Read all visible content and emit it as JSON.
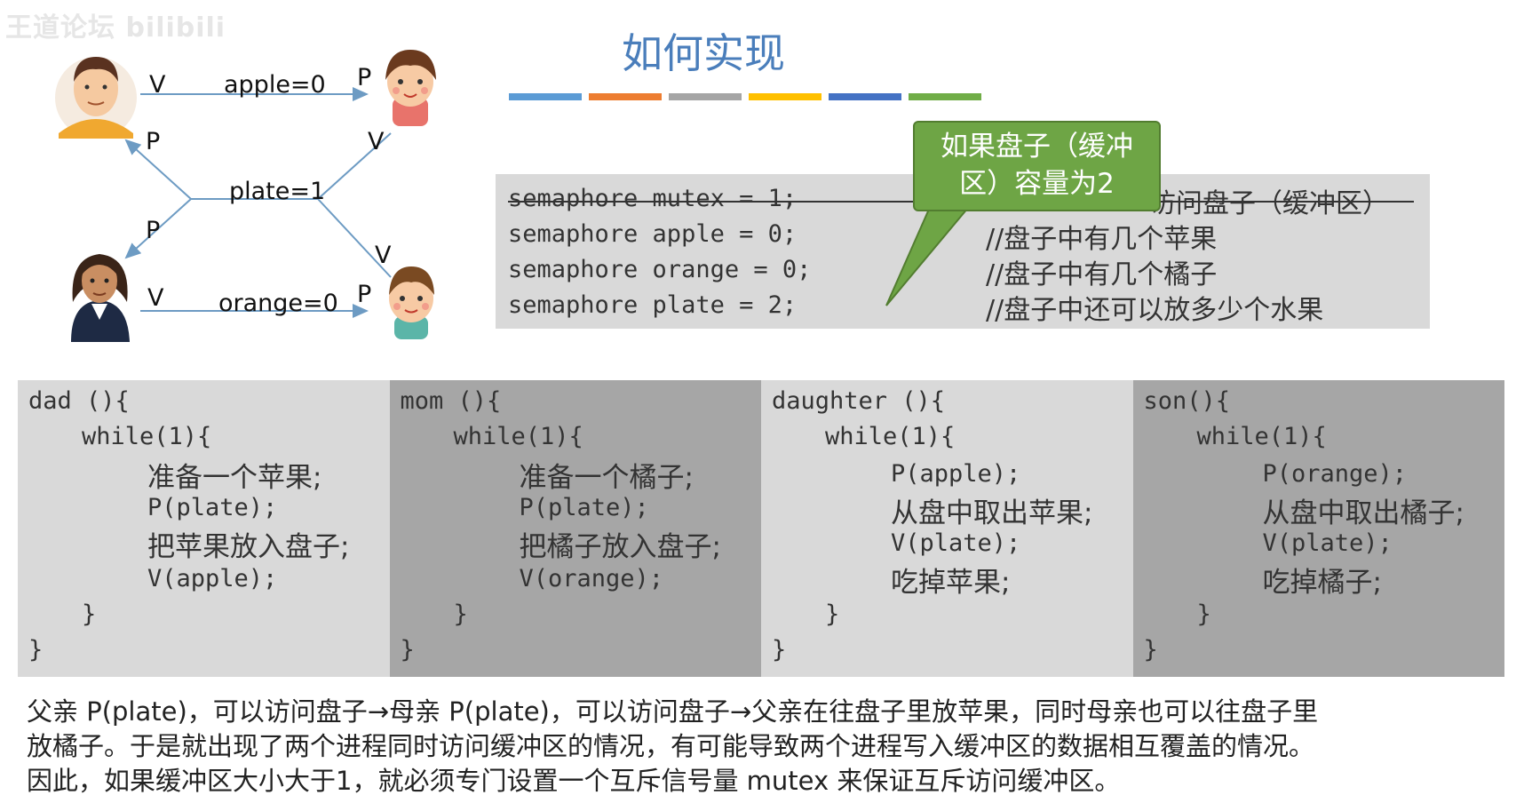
{
  "watermark": "王道论坛 bilibili",
  "title": "如何实现",
  "title_bar_colors": [
    "#5b9bd5",
    "#ed7d31",
    "#a5a5a5",
    "#ffc000",
    "#4472c4",
    "#70ad47"
  ],
  "diagram": {
    "apple": "apple=0",
    "plate": "plate=1",
    "orange": "orange=0",
    "v": "V",
    "p": "P"
  },
  "semaphores": [
    {
      "decl": "semaphore mutex = 1;",
      "comment": "访问盘子（缓冲区）",
      "struck": true
    },
    {
      "decl": "semaphore apple = 0;",
      "comment": "//盘子中有几个苹果",
      "struck": false
    },
    {
      "decl": "semaphore orange = 0;",
      "comment": "//盘子中有几个橘子",
      "struck": false
    },
    {
      "decl": "semaphore plate = 2;",
      "comment": "//盘子中还可以放多少个水果",
      "struck": false
    }
  ],
  "callout": "如果盘子（缓冲区）容量为2",
  "code": [
    {
      "head": "dad (){",
      "loop": "while(1){",
      "s1": "准备一个苹果;",
      "s2": "P(plate);",
      "s3": "把苹果放入盘子;",
      "s4": "V(apple);",
      "c1": "}",
      "c2": "}"
    },
    {
      "head": "mom (){",
      "loop": "while(1){",
      "s1": "准备一个橘子;",
      "s2": "P(plate);",
      "s3": "把橘子放入盘子;",
      "s4": "V(orange);",
      "c1": "}",
      "c2": "}"
    },
    {
      "head": "daughter (){",
      "loop": "while(1){",
      "s1": "P(apple);",
      "s2": "从盘中取出苹果;",
      "s3": "V(plate);",
      "s4": "吃掉苹果;",
      "c1": "}",
      "c2": "}"
    },
    {
      "head": "son(){",
      "loop": "while(1){",
      "s1": "P(orange);",
      "s2": "从盘中取出橘子;",
      "s3": "V(plate);",
      "s4": "吃掉橘子;",
      "c1": "}",
      "c2": "}"
    }
  ],
  "code_bg": [
    "#d9d9d9",
    "#a6a6a6",
    "#d9d9d9",
    "#a6a6a6"
  ],
  "description": [
    "父亲 P(plate)，可以访问盘子→母亲 P(plate)，可以访问盘子→父亲在往盘子里放苹果，同时母亲也可以往盘子里",
    "放橘子。于是就出现了两个进程同时访问缓冲区的情况，有可能导致两个进程写入缓冲区的数据相互覆盖的情况。",
    "因此，如果缓冲区大小大于1，就必须专门设置一个互斥信号量 mutex 来保证互斥访问缓冲区。"
  ]
}
